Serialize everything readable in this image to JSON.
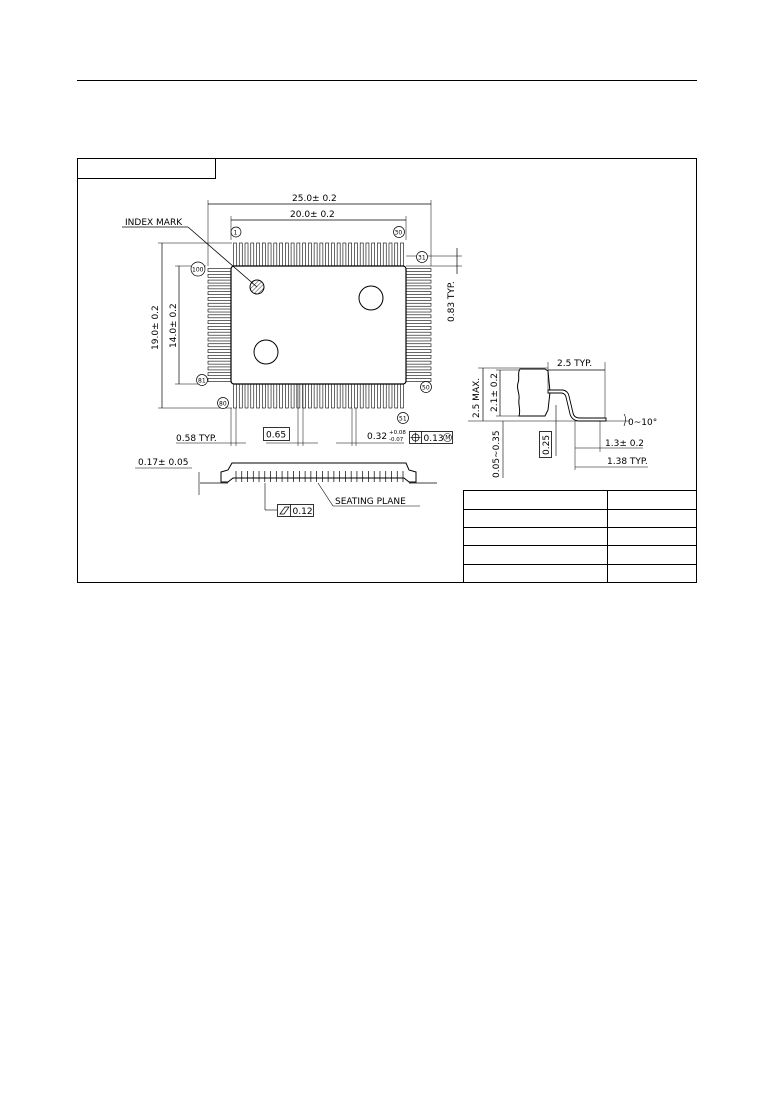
{
  "drawing": {
    "dims": {
      "overall_width": "25.0± 0.2",
      "body_width": "20.0± 0.2",
      "overall_height": "19.0± 0.2",
      "body_height": "14.0± 0.2",
      "pin_pitch_right": "0.83 TYP.",
      "lead_extension": "0.58 TYP.",
      "pitch": "0.65",
      "lead_width": "0.32",
      "lead_width_tol_plus": "+0.08",
      "lead_width_tol_minus": "-0.07",
      "position_tol": "0.13",
      "position_tol_modifier": "M",
      "lead_thickness": "0.17± 0.05",
      "flatness": "0.12",
      "height_max": "2.5 MAX.",
      "body_thickness": "2.1± 0.2",
      "lead_length": "2.5 TYP.",
      "standoff": "0.05~0.35",
      "gauge": "0.25",
      "angle": "0~10°",
      "foot_length": "1.3± 0.2",
      "foot_total": "1.38 TYP."
    },
    "labels": {
      "index_mark": "INDEX MARK",
      "seating_plane": "SEATING PLANE"
    },
    "pins": {
      "p1": "1",
      "p30": "30",
      "p31": "31",
      "p50": "50",
      "p51": "51",
      "p80": "80",
      "p81": "81",
      "p100": "100"
    }
  }
}
